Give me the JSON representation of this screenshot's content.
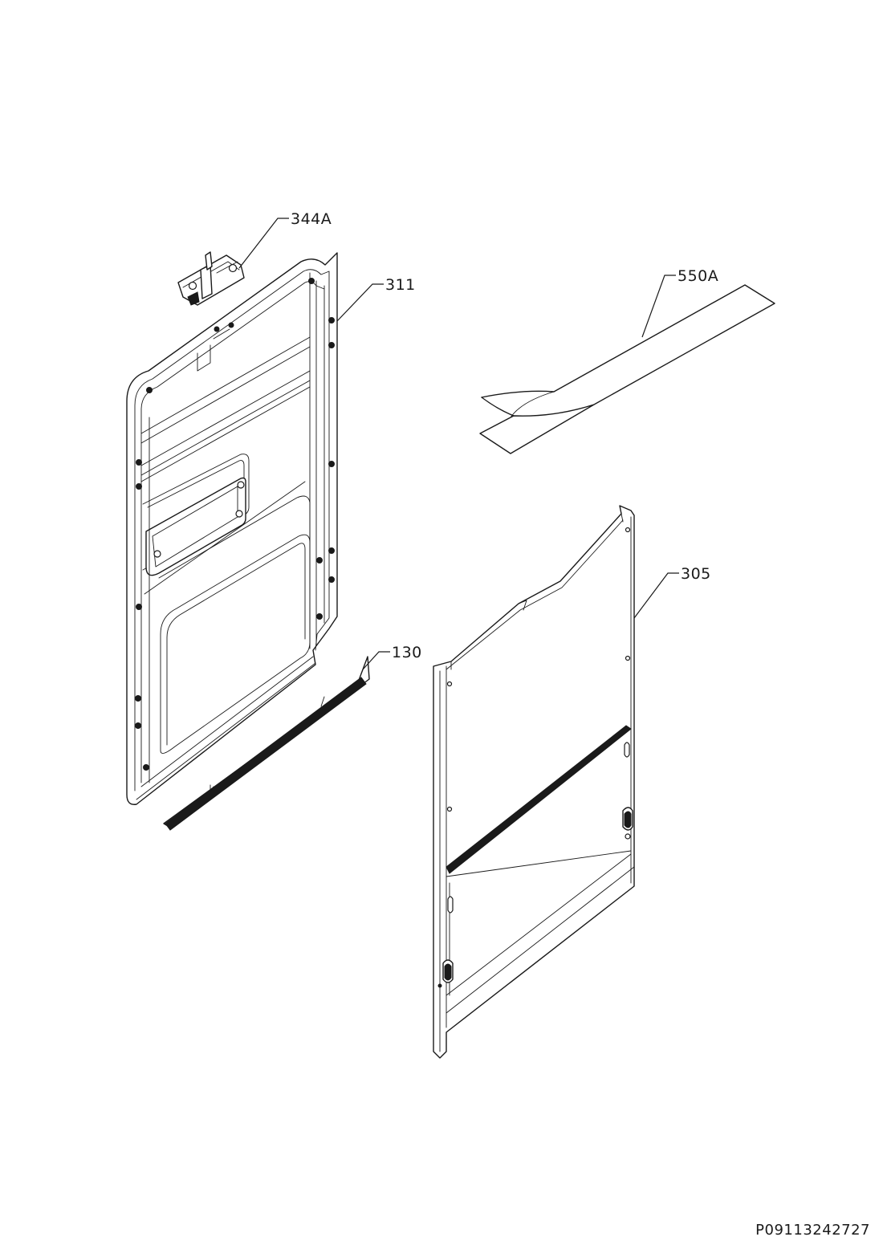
{
  "callouts": {
    "c344a": "344A",
    "c311": "311",
    "c550a": "550A",
    "c305": "305",
    "c130": "130"
  },
  "drawing_code": "P09113242727"
}
